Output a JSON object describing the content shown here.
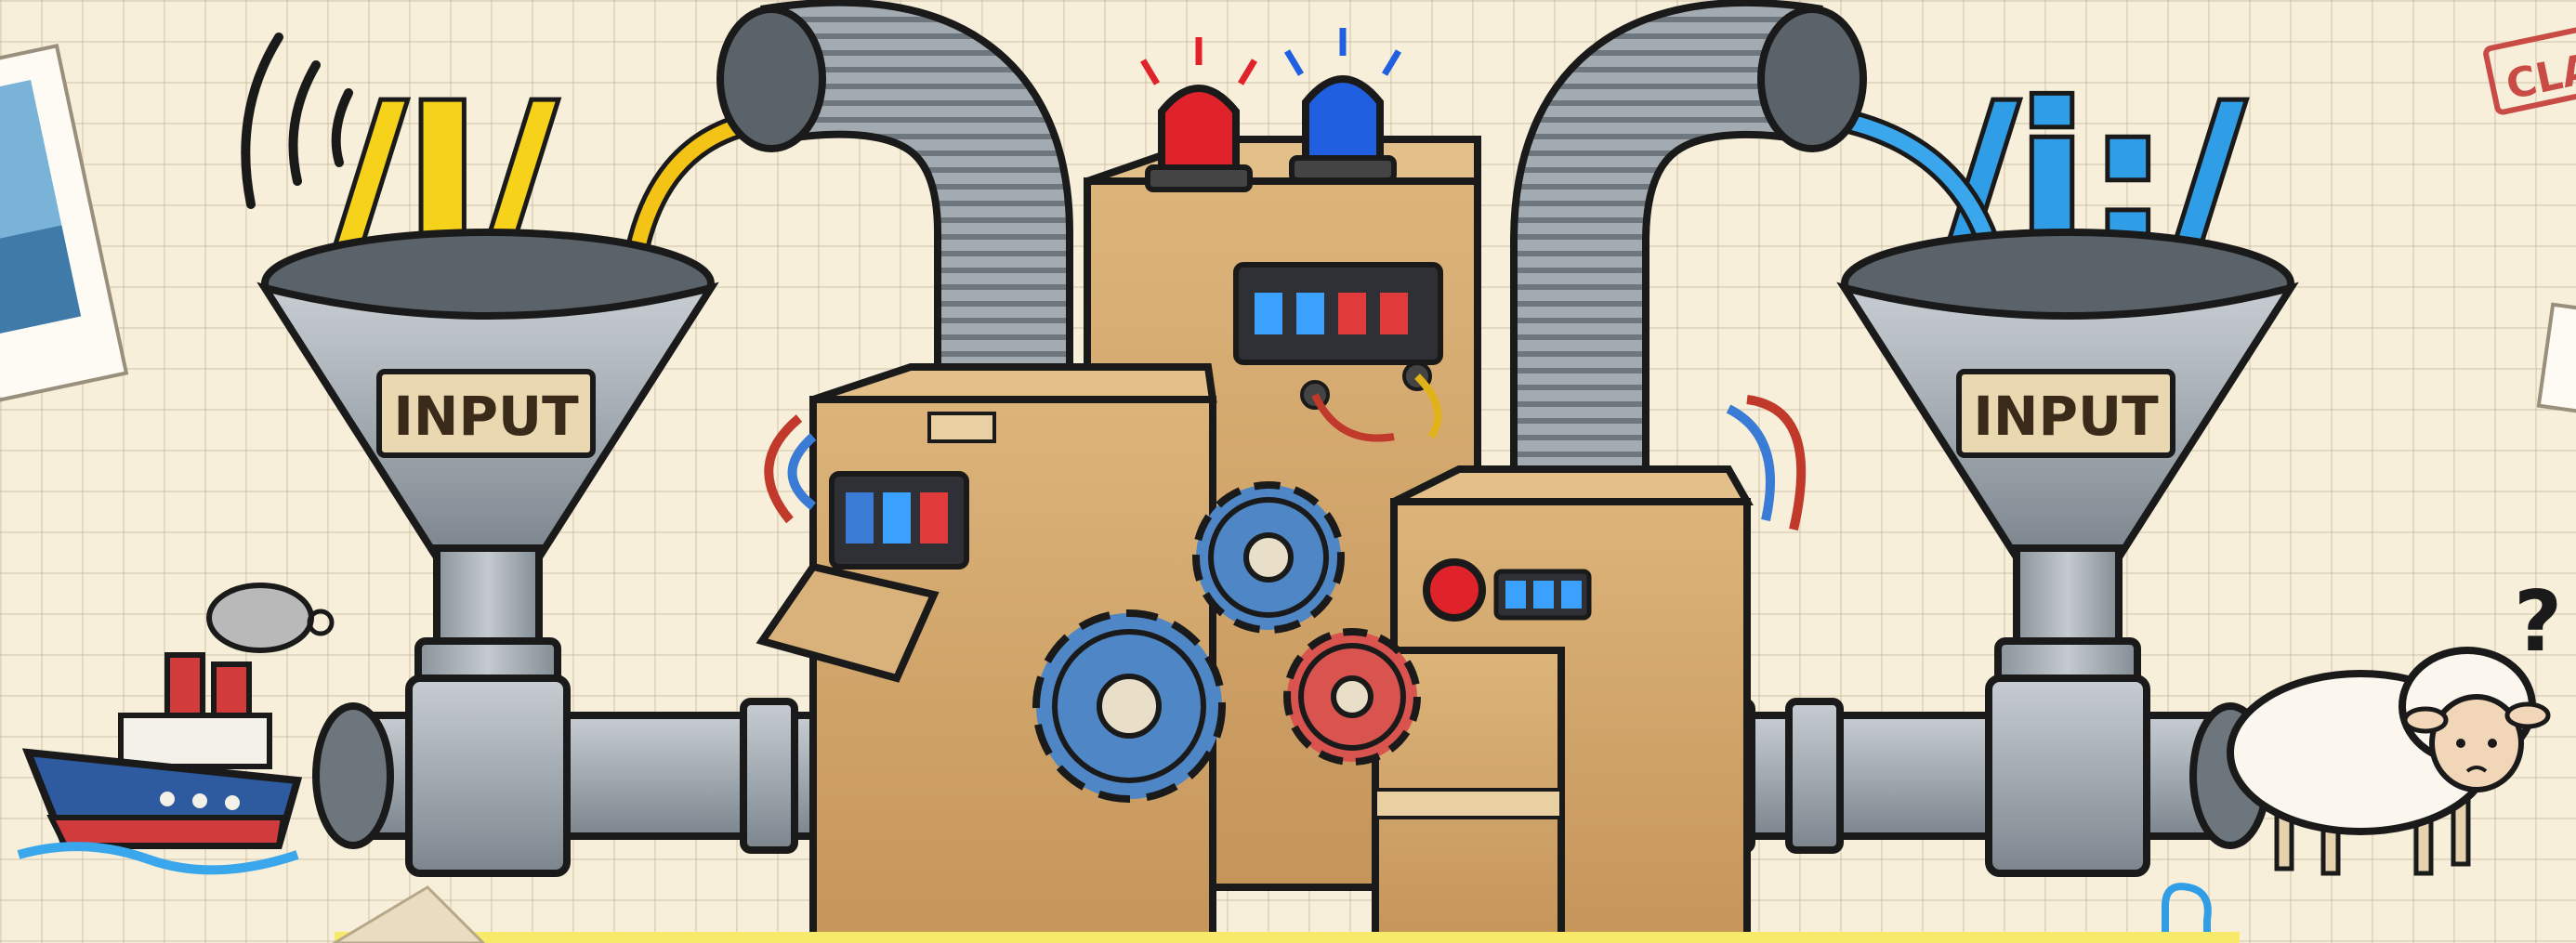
{
  "scene": {
    "left_phoneme": "/I/",
    "right_phoneme": "/i:/",
    "left_funnel_label": "INPUT",
    "right_funnel_label": "INPUT",
    "stamp_text": "CLA",
    "question_mark": "?"
  },
  "colors": {
    "paper": "#f7efd9",
    "grid": "#d6c9af",
    "yellow_accent": "#f6d21a",
    "blue_accent": "#2f9ee6",
    "cardboard": "#d4a76a",
    "pipe_metal": "#9aa3ab",
    "gear_blue": "#4f86c6",
    "gear_red": "#d9534f",
    "siren_red": "#e0232b",
    "siren_blue": "#1f5fe0"
  },
  "icons": [
    "ship-icon",
    "sheep-icon",
    "siren-icon",
    "gear-icon",
    "funnel-icon",
    "hose-icon",
    "paperclip-icon",
    "photo-icon",
    "stamp-icon"
  ]
}
